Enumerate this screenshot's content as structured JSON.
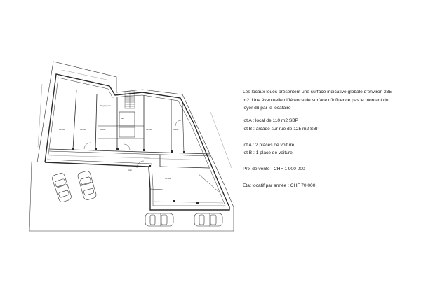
{
  "description": {
    "intro": [
      "Les locaux loués présentent une surface indicative globale d'environ 235",
      "m2. Une éventuelle différence de surface n'influence pas le montant du",
      "loyer dû par le locataire :"
    ],
    "lot_a_surface": "lot A : local de 110 m2 SBP",
    "lot_b_surface": "lot B : arcade sur rue de 125 m2 SBP",
    "lot_a_parking": "lot A : 2 places de voiture",
    "lot_b_parking": "lot B : 1 place de voiture",
    "sale_price": "Prix de vente : CHF 1 900 000",
    "rental_state": "Etat locatif par année : CHF 70 000"
  },
  "plan": {
    "line_color": "#2a2a2a",
    "car_icon": "car-icon",
    "stair_icon": "stairs-icon"
  }
}
